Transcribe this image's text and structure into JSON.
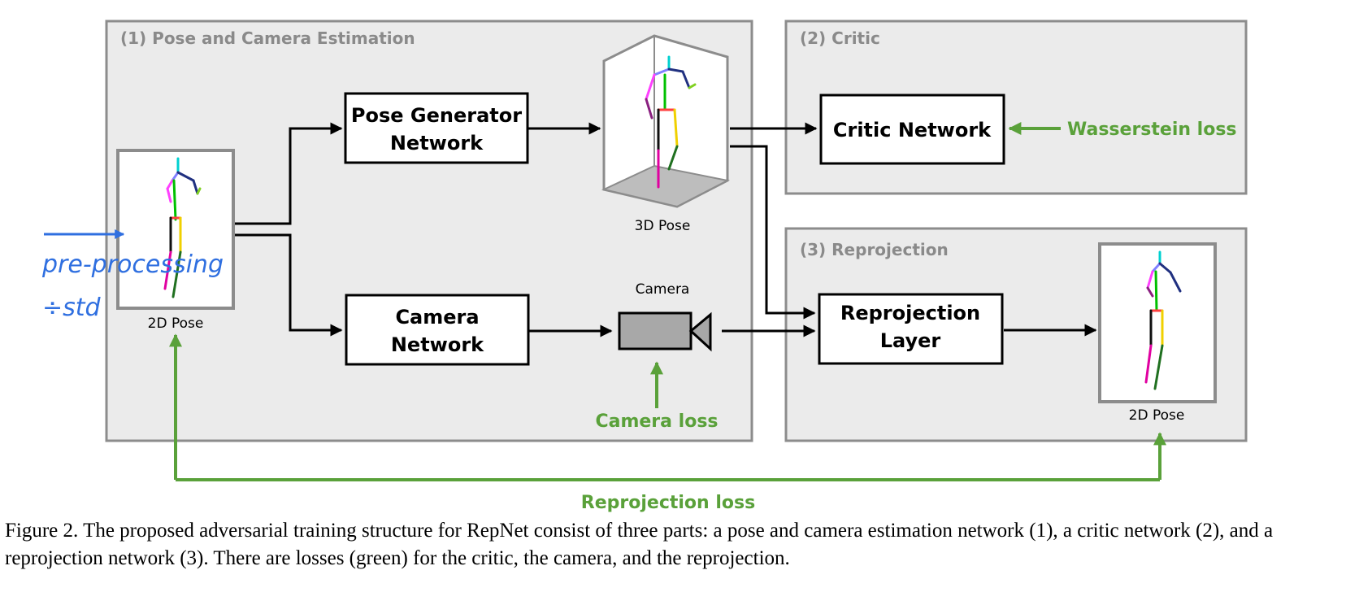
{
  "panels": {
    "pose_camera": "(1) Pose and Camera Estimation",
    "critic": "(2) Critic",
    "reprojection": "(3) Reprojection"
  },
  "boxes": {
    "pose_generator": [
      "Pose Generator",
      "Network"
    ],
    "camera_network": [
      "Camera",
      "Network"
    ],
    "critic_network": "Critic Network",
    "reprojection_layer": [
      "Reprojection",
      "Layer"
    ]
  },
  "labels": {
    "input_pose": "2D Pose",
    "pose_3d": "3D Pose",
    "camera": "Camera",
    "output_pose": "2D Pose"
  },
  "losses": {
    "wasserstein": "Wasserstein loss",
    "camera": "Camera loss",
    "reprojection": "Reprojection loss"
  },
  "annotation": {
    "line1": "pre-processing",
    "line2": "÷std"
  },
  "caption": "Figure 2. The proposed adversarial training structure for RepNet consist of three parts: a pose and camera estimation network (1), a critic network (2), and a reprojection network (3). There are losses (green) for the critic, the camera, and the reprojection.",
  "colors": {
    "loss": "#5aa13a",
    "panel_fill": "#ebebeb",
    "panel_border": "#8c8c8c",
    "handwriting": "#2f6fe0"
  }
}
